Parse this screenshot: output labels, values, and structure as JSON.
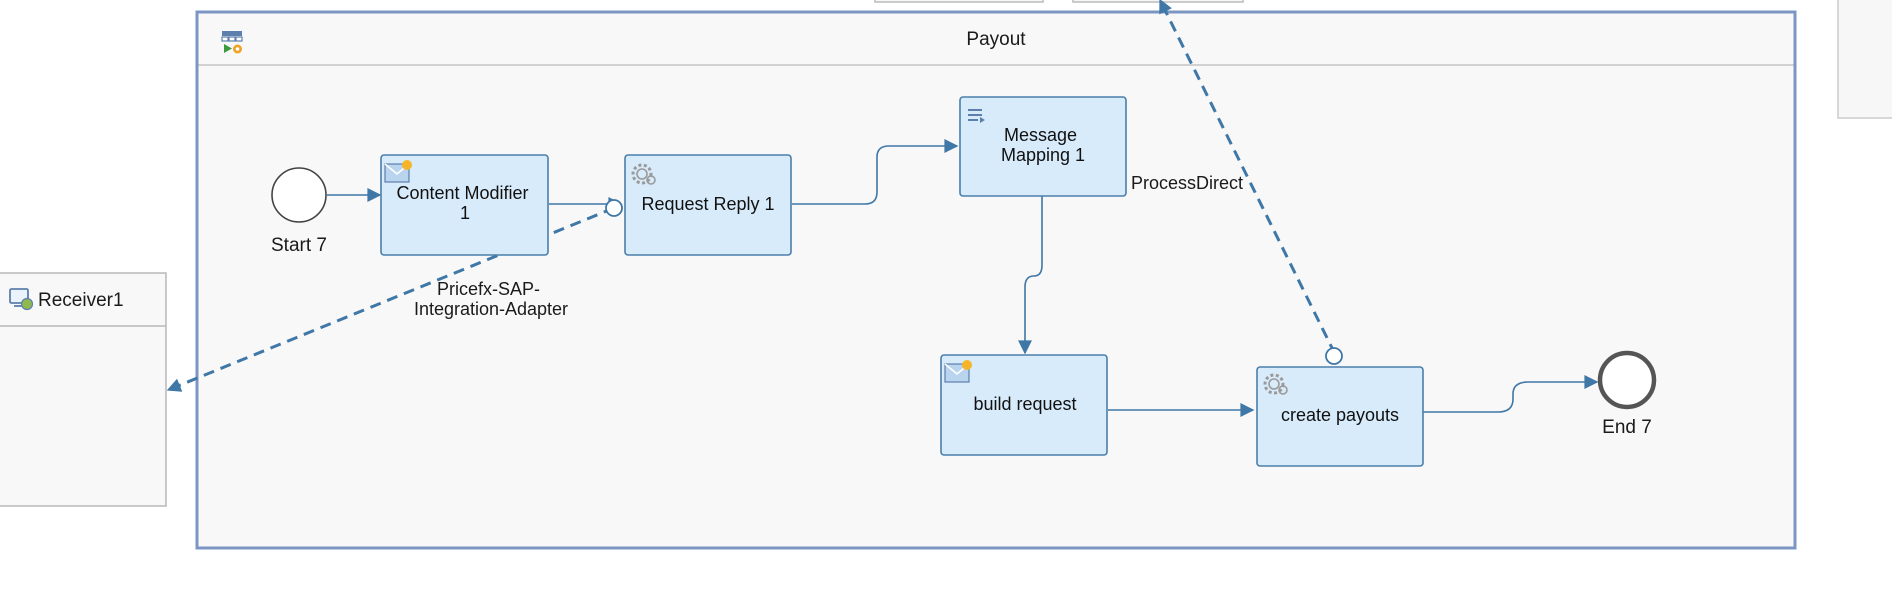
{
  "integration_process": {
    "title": "Payout"
  },
  "receiver": {
    "label": "Receiver1"
  },
  "events": {
    "start": "Start 7",
    "end": "End 7"
  },
  "steps": {
    "content_modifier": [
      "Content Modifier",
      "1"
    ],
    "request_reply": "Request Reply 1",
    "message_mapping": [
      "Message",
      "Mapping 1"
    ],
    "build_request": "build request",
    "create_payouts": "create payouts"
  },
  "connections": {
    "pricefx_adapter": [
      "Pricefx-SAP-",
      "Integration-Adapter"
    ],
    "process_direct": "ProcessDirect"
  },
  "colors": {
    "pool_border": "#7b96c2",
    "step_fill": "#d8ebfb",
    "step_border": "#4a7fab",
    "flow": "#3f77a6",
    "end_event": "#555555"
  }
}
